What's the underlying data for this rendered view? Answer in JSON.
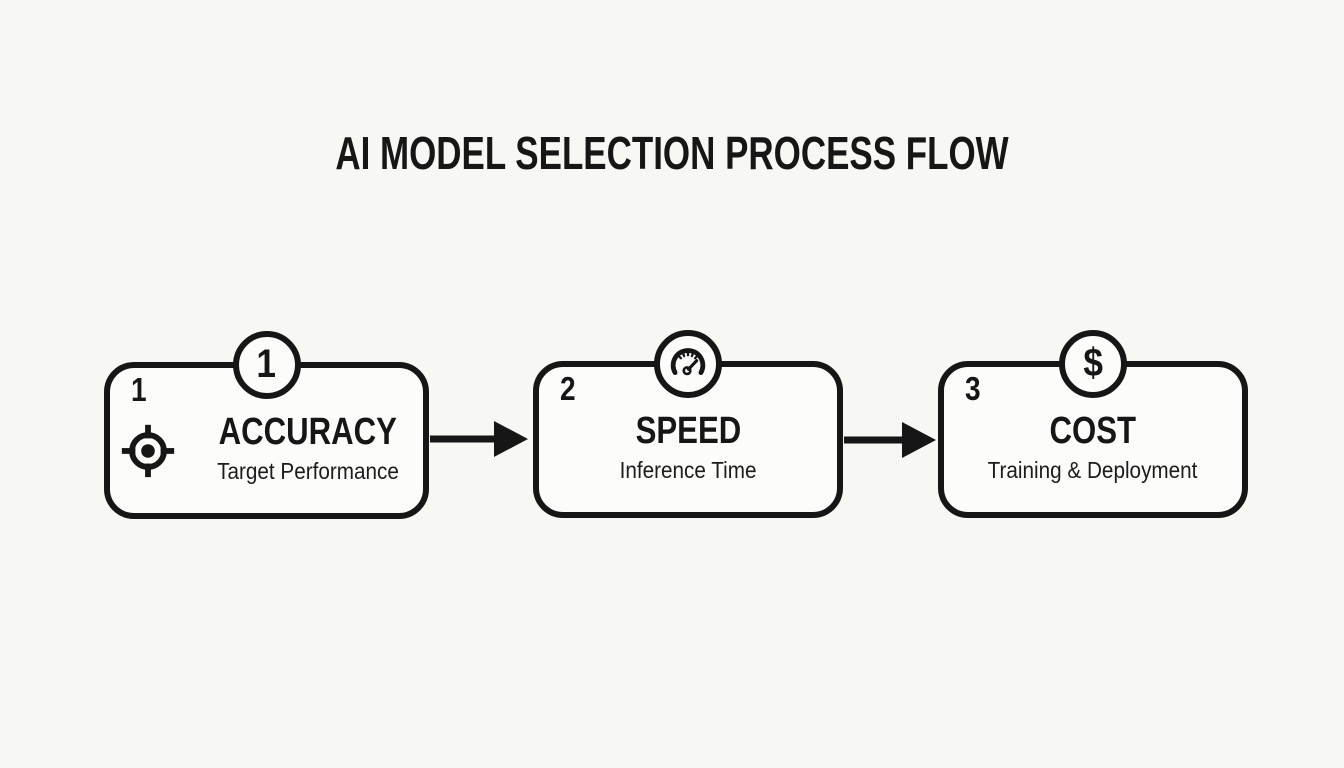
{
  "title": "AI MODEL SELECTION PROCESS FLOW",
  "colors": {
    "ink": "#161616",
    "background": "#f7f7f4",
    "surface": "#fcfcfa"
  },
  "steps": [
    {
      "number": "1",
      "badge_label": "1",
      "inner_icon": "target-icon",
      "label": "ACCURACY",
      "subtitle": "Target Performance"
    },
    {
      "number": "2",
      "badge_icon": "speedometer-icon",
      "label": "SPEED",
      "subtitle": "Inference Time"
    },
    {
      "number": "3",
      "badge_label": "$",
      "label": "COST",
      "subtitle": "Training & Deployment"
    }
  ],
  "connectors": [
    "arrow-right",
    "arrow-right"
  ]
}
